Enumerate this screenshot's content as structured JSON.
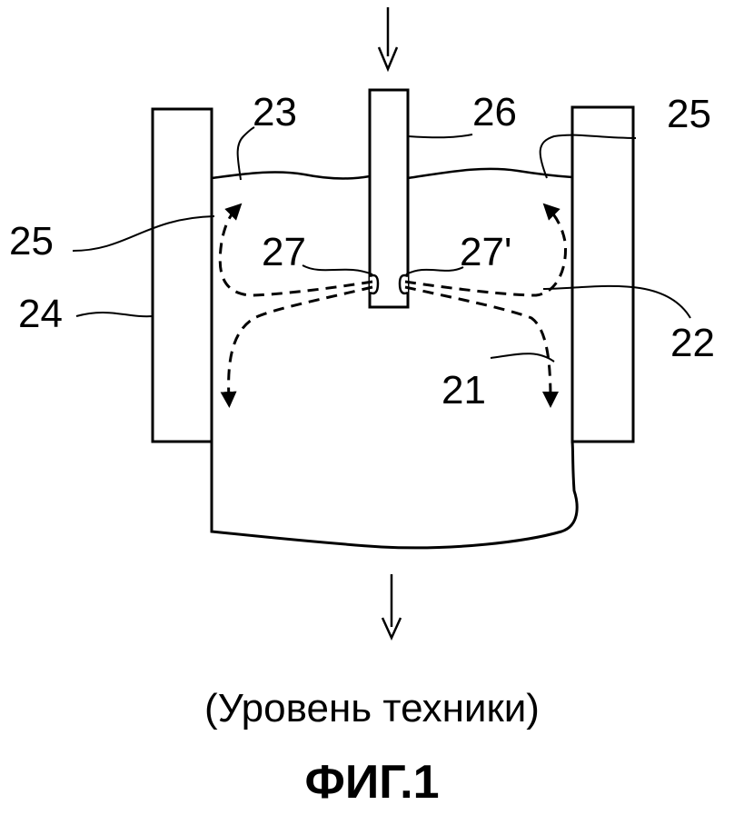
{
  "diagram": {
    "labels": {
      "l21": "21",
      "l22": "22",
      "l23": "23",
      "l24": "24",
      "l25_left": "25",
      "l25_right": "25",
      "l26": "26",
      "l27": "27",
      "l27p": "27'"
    }
  },
  "caption": {
    "subtitle": "(Уровень техники)",
    "figure": "ФИГ.1"
  }
}
